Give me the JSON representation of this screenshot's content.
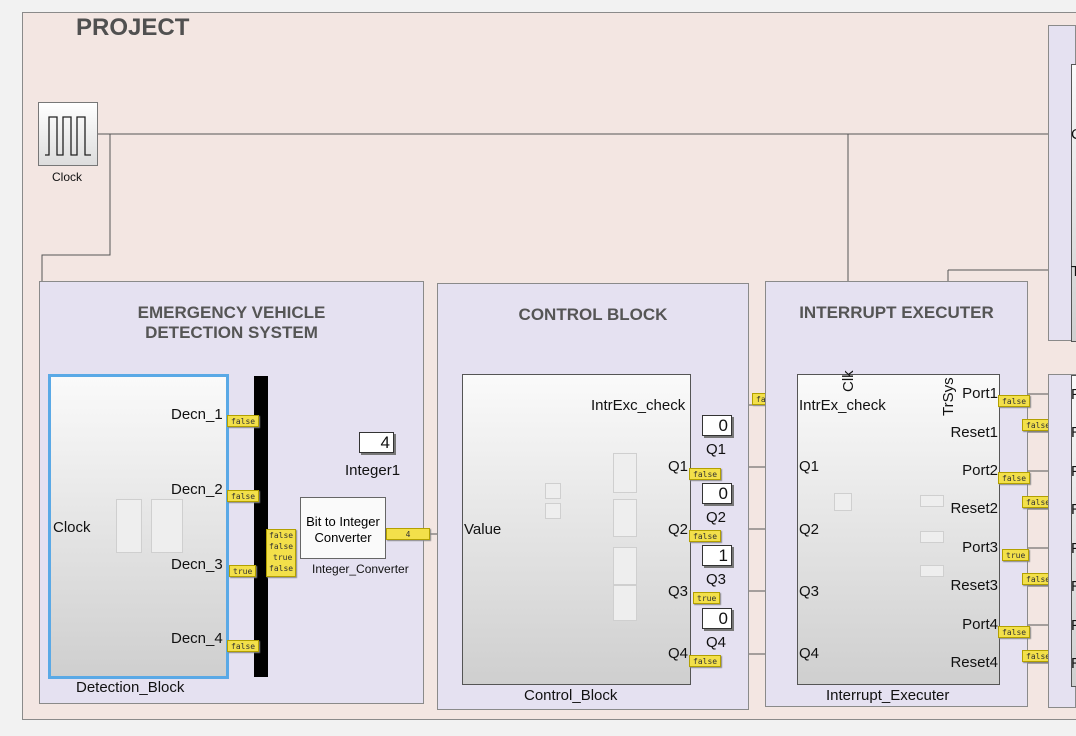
{
  "project_title": "PROJECT",
  "clock": {
    "label": "Clock"
  },
  "detection_subsystem": {
    "title_line1": "EMERGENCY VEHICLE",
    "title_line2": "DETECTION SYSTEM",
    "block_name": "Detection_Block",
    "input": "Clock",
    "outputs": [
      "Decn_1",
      "Decn_2",
      "Decn_3",
      "Decn_4"
    ],
    "output_values": [
      "false",
      "false",
      "true",
      "false"
    ]
  },
  "bit_to_integer": {
    "line1": "Bit to Integer",
    "line2": "Converter",
    "name": "Integer_Converter",
    "inputs": [
      "false",
      "false",
      "true",
      "false"
    ],
    "output_value": "4"
  },
  "integer_display": {
    "value": "4",
    "name": "Integer1"
  },
  "control_subsystem": {
    "title": "CONTROL BLOCK",
    "block_name": "Control_Block",
    "input": "Value",
    "outputs": [
      "IntrExc_check",
      "Q1",
      "Q2",
      "Q3",
      "Q4"
    ],
    "output_values": [
      "false",
      "false",
      "false",
      "true",
      "false"
    ]
  },
  "q_displays": [
    {
      "value": "0",
      "name": "Q1"
    },
    {
      "value": "0",
      "name": "Q2"
    },
    {
      "value": "1",
      "name": "Q3"
    },
    {
      "value": "0",
      "name": "Q4"
    }
  ],
  "interrupt_subsystem": {
    "title": "INTERRUPT EXECUTER",
    "block_name": "Interrupt_Executer",
    "inputs_top": [
      "Clk",
      "TrSys"
    ],
    "inputs_left": [
      "IntrEx_check",
      "Q1",
      "Q2",
      "Q3",
      "Q4"
    ],
    "outputs": [
      "Port1",
      "Reset1",
      "Port2",
      "Reset2",
      "Port3",
      "Reset3",
      "Port4",
      "Reset4"
    ],
    "output_values": [
      "false",
      "false",
      "false",
      "false",
      "true",
      "false",
      "false",
      "false"
    ]
  },
  "right_panel_letters": {
    "c": "C",
    "t": "T",
    "p": "P",
    "r": "R"
  },
  "colors": {
    "signal_tag": "#f3e04a",
    "selection": "#5aa9e6",
    "subsystem_area": "#e5e1f1",
    "project_area": "#f3e6e2"
  }
}
